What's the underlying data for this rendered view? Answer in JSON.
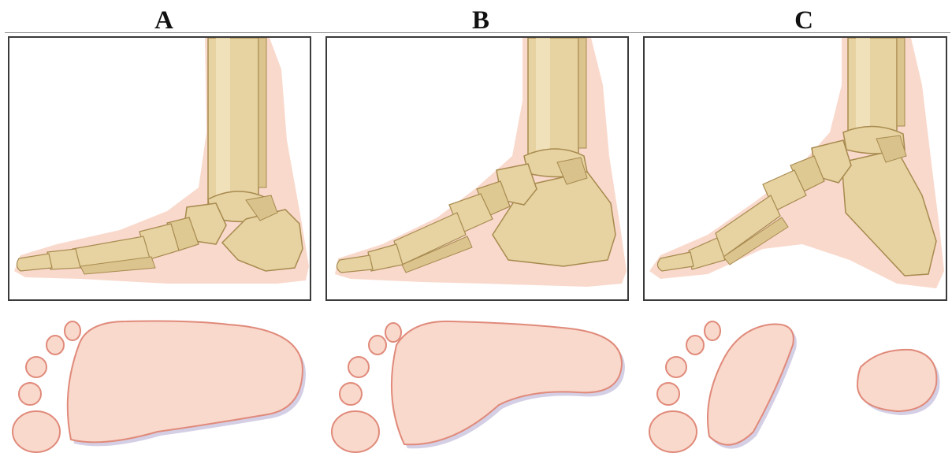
{
  "labels": [
    "A",
    "B",
    "C"
  ],
  "colors": {
    "skin": "#f9d9cc",
    "skin_outline": "#e08a7a",
    "bone": "#e6d3a1",
    "bone_light": "#f3e7c4",
    "bone_dark": "#a88a4f",
    "panel_border": "#3a3a3a",
    "shadow": "#c9c3de"
  },
  "panels": [
    {
      "variant": "flat-foot-low-arch",
      "icon": "foot-skeleton-flat"
    },
    {
      "variant": "normal-arch",
      "icon": "foot-skeleton-normal"
    },
    {
      "variant": "high-arch",
      "icon": "foot-skeleton-high-arch"
    }
  ],
  "footprints": [
    {
      "variant": "flat",
      "icon": "footprint-flat"
    },
    {
      "variant": "normal",
      "icon": "footprint-normal"
    },
    {
      "variant": "high-arch",
      "icon": "footprint-high-arch"
    }
  ]
}
